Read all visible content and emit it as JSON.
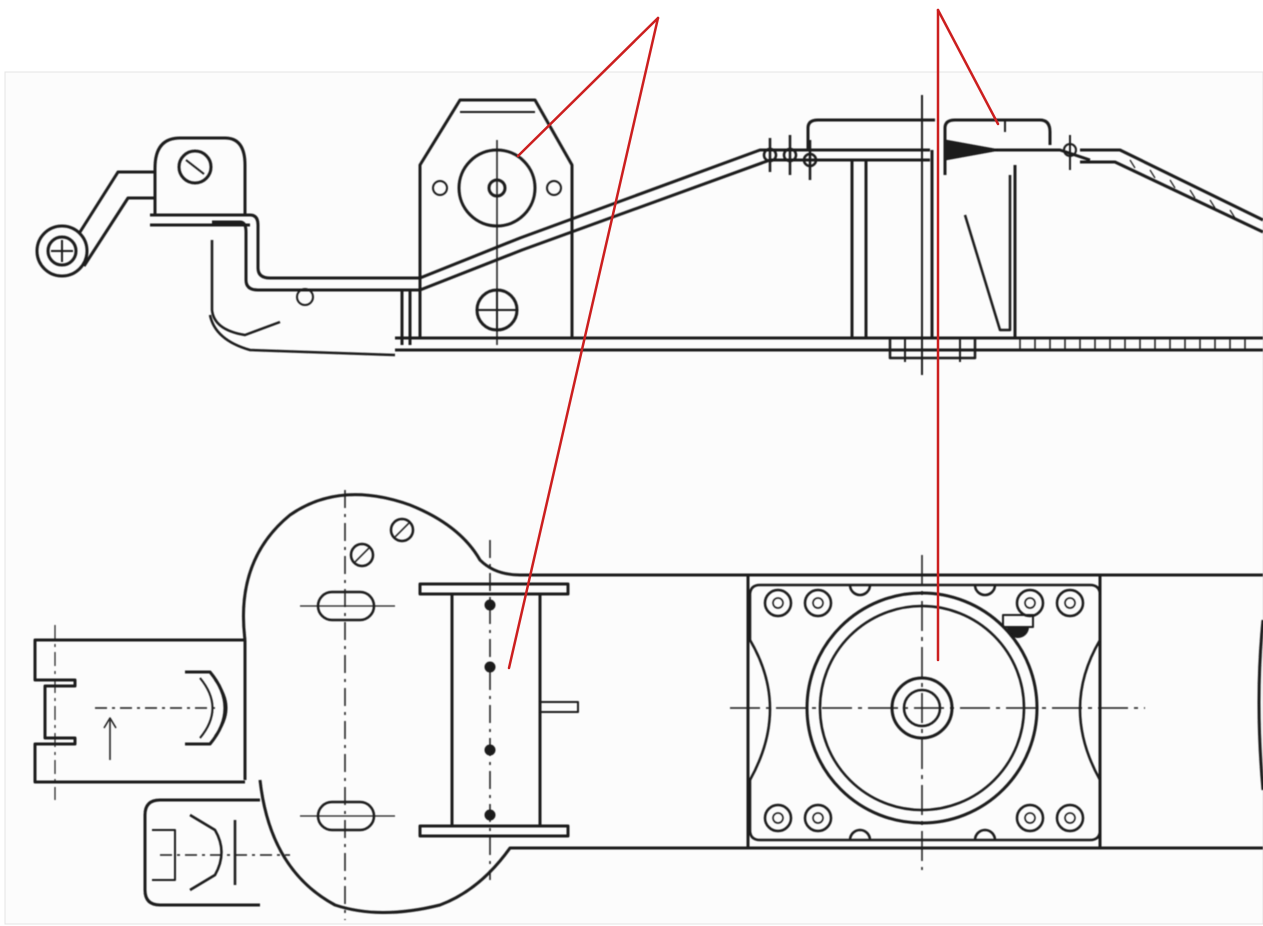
{
  "figure": {
    "background": "#ffffff",
    "ink_color": "#1a1a1a",
    "leader_color": "#cc1f1f",
    "labels": [],
    "views": [
      "side-elevation-view",
      "plan-view"
    ],
    "callout_groups": [
      {
        "name": "leader-group-left",
        "targets": [
          "side-view-hub",
          "plan-view-crossmember"
        ]
      },
      {
        "name": "leader-group-right",
        "targets": [
          "side-view-bracket",
          "plan-view-turntable"
        ]
      }
    ]
  }
}
